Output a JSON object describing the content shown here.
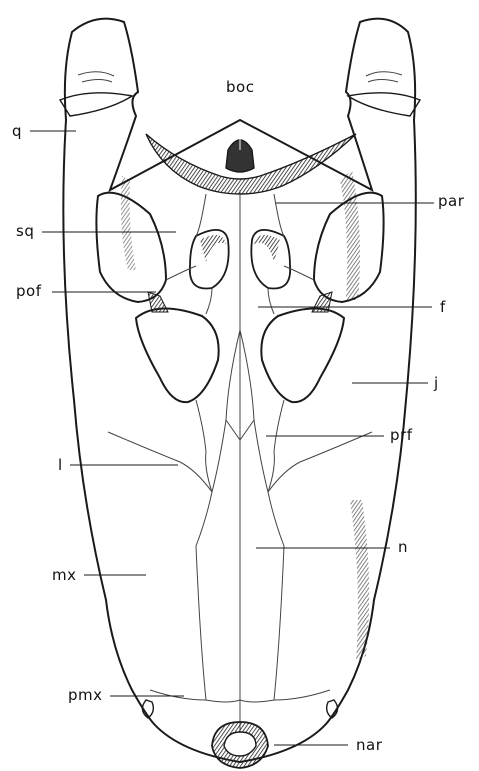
{
  "colors": {
    "ink": "#1a1a1a",
    "background": "#ffffff",
    "shade": "#555555"
  },
  "labels": {
    "boc": "boc",
    "q": "q",
    "par": "par",
    "sq": "sq",
    "pof": "pof",
    "f": "f",
    "j": "j",
    "l": "l",
    "prf": "prf",
    "mx": "mx",
    "n": "n",
    "pmx": "pmx",
    "nar": "nar"
  }
}
